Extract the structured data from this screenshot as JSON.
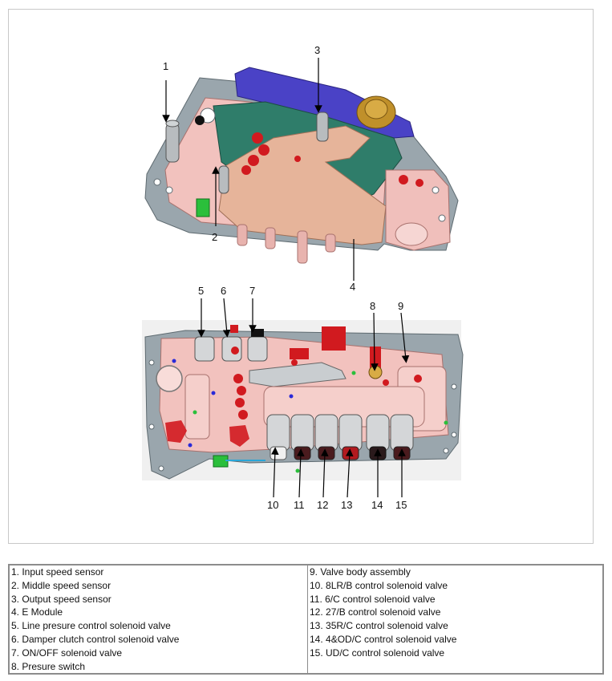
{
  "figure": {
    "upper_callouts": [
      "1",
      "2",
      "3",
      "4"
    ],
    "lower_callouts": [
      "5",
      "6",
      "7",
      "8",
      "9",
      "10",
      "11",
      "12",
      "13",
      "14",
      "15"
    ]
  },
  "legend": {
    "left": [
      "1. Input speed sensor",
      "2. Middle speed sensor",
      "3. Output speed sensor",
      "4. E Module",
      "5. Line presure control solenoid valve",
      "6. Damper clutch control solenoid valve",
      "7. ON/OFF solenoid valve",
      "8. Presure switch"
    ],
    "right": [
      "9. Valve body assembly",
      "10. 8LR/B control solenoid valve",
      "11. 6/C control solenoid valve",
      "12. 27/B control solenoid valve",
      "13. 35R/C control solenoid valve",
      "14. 4&OD/C control solenoid valve",
      "15. UD/C control solenoid valve"
    ]
  },
  "colors": {
    "plate": "#e8a8a4",
    "body": "#f3c4c0",
    "gray_frame": "#8e9aa2",
    "green_board": "#2f7d6a",
    "blue_cover": "#4840c8",
    "connector": "#c0902a",
    "red": "#d11a1f",
    "solenoid_dark": "#2a1a1c"
  }
}
